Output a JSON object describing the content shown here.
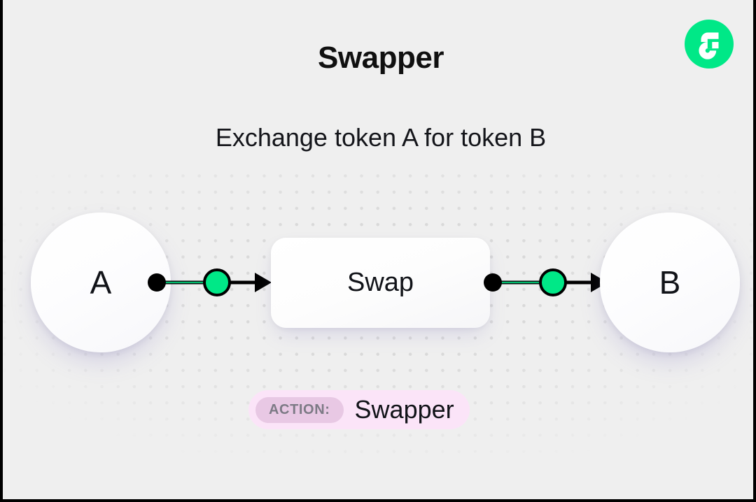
{
  "header": {
    "title": "Swapper",
    "subtitle": "Exchange token A for token B"
  },
  "brand": {
    "name": "flow-logo",
    "circle_color": "#00E887",
    "mark_color": "#FFFFFF"
  },
  "diagram": {
    "type": "flow",
    "source_node": {
      "label": "A",
      "shape": "circle"
    },
    "process_node": {
      "label": "Swap",
      "shape": "rounded-rect"
    },
    "target_node": {
      "label": "B",
      "shape": "circle"
    },
    "connectors": [
      {
        "name": "connector-a-to-swap",
        "from": "A",
        "to": "Swap",
        "dot_color": "#000000",
        "node_color": "#00E887",
        "line_color": "#000000"
      },
      {
        "name": "connector-swap-to-b",
        "from": "Swap",
        "to": "B",
        "dot_color": "#000000",
        "node_color": "#00E887",
        "line_color": "#000000"
      }
    ]
  },
  "action_badge": {
    "key_label": "ACTION:",
    "value_label": "Swapper",
    "background": "#FBE4F8",
    "key_background": "#E8C8E4"
  },
  "background": {
    "color": "#EFEFEF",
    "dot_color": "#D9D9D9"
  }
}
